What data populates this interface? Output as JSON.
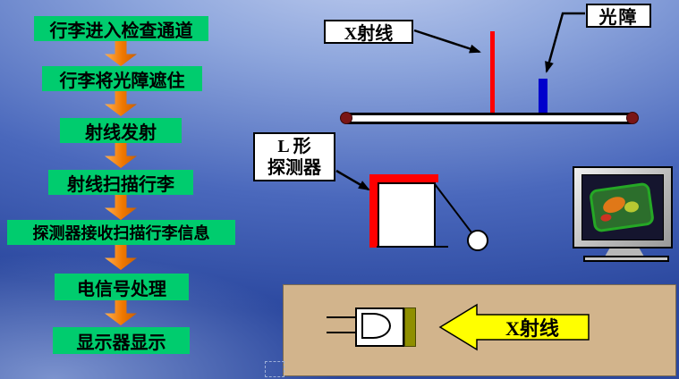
{
  "flowchart": {
    "steps": [
      {
        "label": "行李进入检查通道"
      },
      {
        "label": "行李将光障遮住"
      },
      {
        "label": "射线发射"
      },
      {
        "label": "射线扫描行李"
      },
      {
        "label": "探测器接收扫描行李信息"
      },
      {
        "label": "电信号处理"
      },
      {
        "label": "显示器显示"
      }
    ],
    "box_color": "#00cc6e",
    "arrow_color": "#f07800"
  },
  "diagram": {
    "labels": {
      "xray_top": "X射线",
      "light_barrier": "光障",
      "detector_line1": "L 形",
      "detector_line2": "探测器",
      "xray_bottom": "X射线"
    },
    "colors": {
      "xray_beam": "#ff0000",
      "light_barrier_bar": "#0000cc",
      "belt_wheel": "#7a1515",
      "l_detector": "#ff0000",
      "bottom_panel": "#d2b48c",
      "bottom_arrow": "#ffff00",
      "sensor_strip": "#8f8f00",
      "flow_box": "#00cc6e",
      "flow_arrow": "#f07800"
    }
  }
}
